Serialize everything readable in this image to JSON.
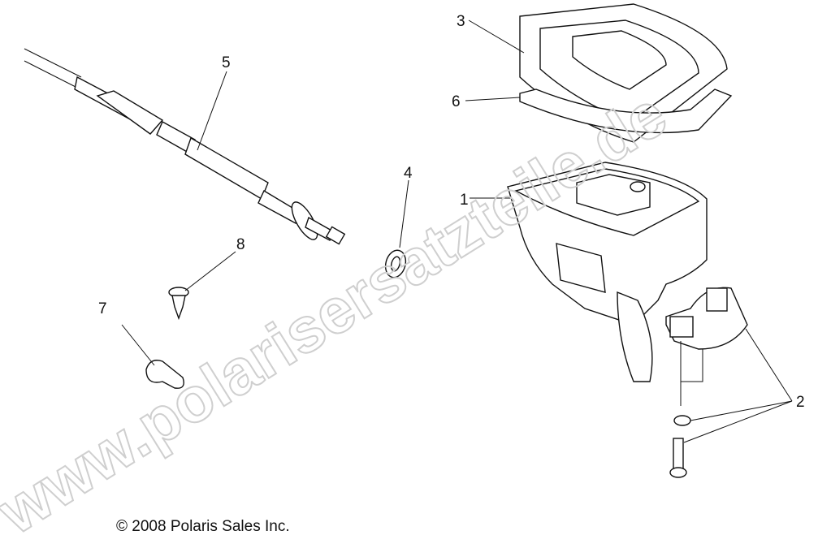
{
  "diagram": {
    "callouts": [
      "1",
      "2",
      "3",
      "4",
      "5",
      "6",
      "7",
      "8"
    ],
    "copyright": "© 2008 Polaris Sales Inc.",
    "watermark": "www.polarisersatzteile.de",
    "parts": [
      "cable",
      "throttle-housing-lower",
      "throttle-cover",
      "gasket",
      "washer",
      "clamp-bracket",
      "screw",
      "lock-washer",
      "clip",
      "push-rivet"
    ]
  }
}
